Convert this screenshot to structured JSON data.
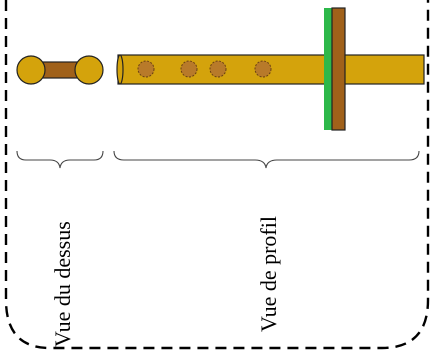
{
  "labels": {
    "top_view": "Vue du dessus",
    "side_view": "Vue de profil"
  },
  "colors": {
    "wood_gold": "#d4a30c",
    "wood_brown": "#a0611a",
    "hole_brown": "#b87a2a",
    "green_strip": "#2db84a",
    "outline": "#222222",
    "border_dash": "#000000"
  },
  "side_view": {
    "hole_count": 4
  }
}
